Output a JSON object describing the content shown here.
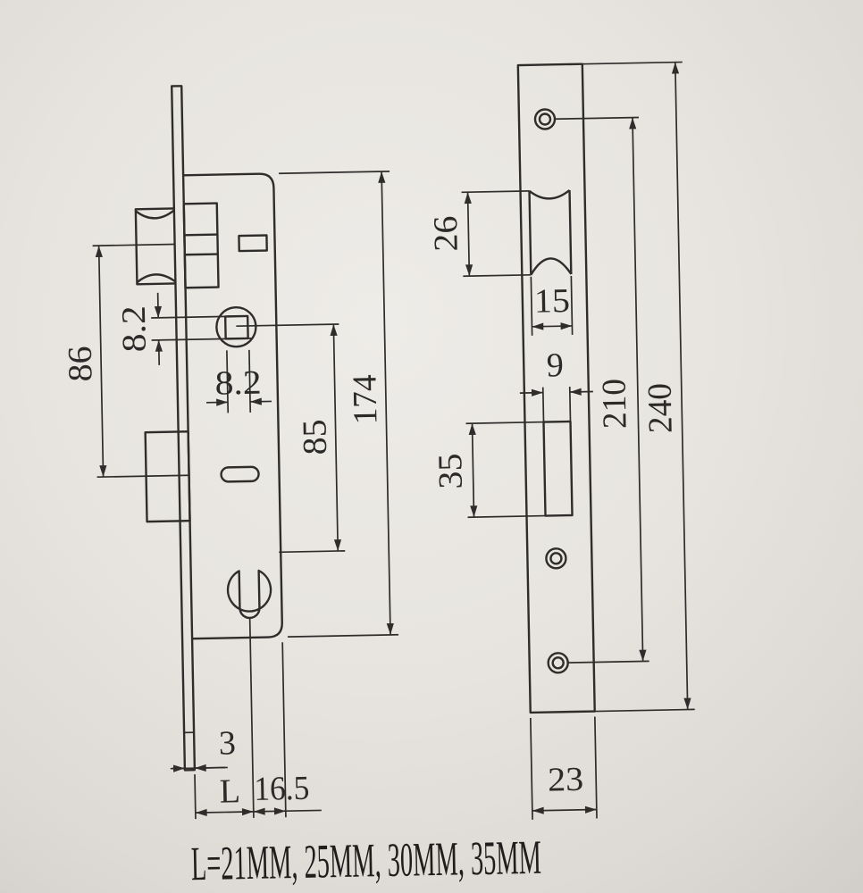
{
  "colors": {
    "paper": "#e7e4df",
    "ink": "#2f2d2b"
  },
  "side_view": {
    "dims": {
      "d86": "86",
      "d8_2_v": "8.2",
      "d8_2_h": "8.2",
      "d85": "85",
      "d174": "174",
      "d3": "3",
      "dL": "L",
      "d16_5": "16.5"
    }
  },
  "face_view": {
    "dims": {
      "d26": "26",
      "d15": "15",
      "d9": "9",
      "d35": "35",
      "d210": "210",
      "d240": "240",
      "d23": "23"
    }
  },
  "note": {
    "text": "L=21MM, 25MM, 30MM, 35MM"
  }
}
